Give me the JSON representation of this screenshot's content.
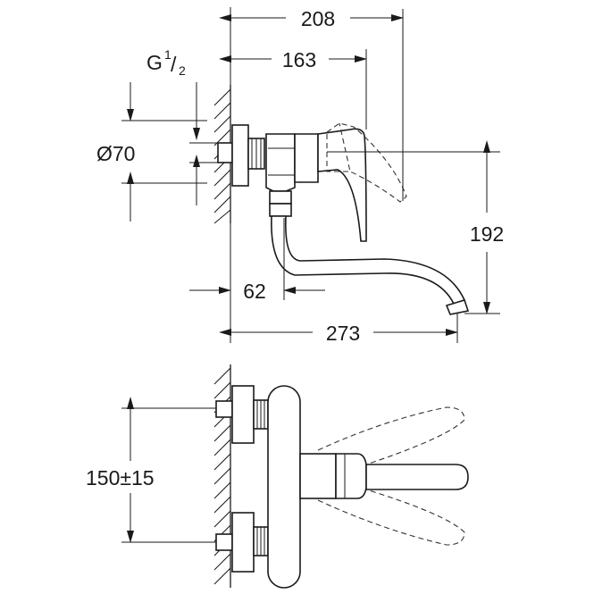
{
  "dimensions": {
    "width_total": "208",
    "width_lever": "163",
    "thread_g": "G",
    "thread_sup": "1",
    "thread_sub": "2",
    "thread_slash": "/",
    "rosette_diameter": "Ø70",
    "height_spout": "192",
    "offset_inlet": "62",
    "spout_reach": "273",
    "center_distance": "150",
    "center_tolerance": "±15"
  },
  "colors": {
    "ink": "#1a1a1a",
    "background": "#ffffff"
  }
}
